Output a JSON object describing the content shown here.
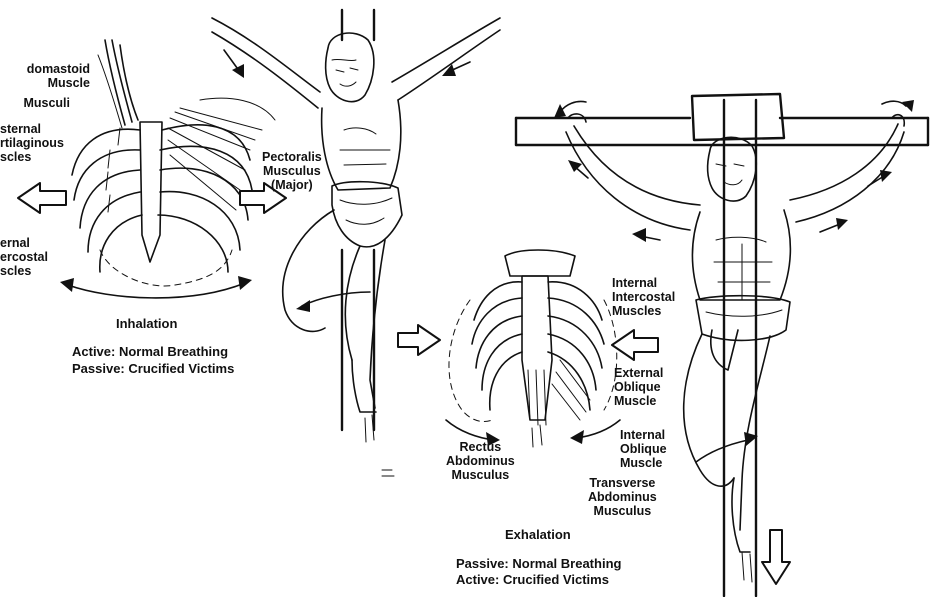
{
  "left_panel": {
    "labels": {
      "sternocleidomastoid": "domastoid\nMuscle",
      "scaleni": "Musculi",
      "parasternal": "sternal\nrtilaginous\nscles",
      "external_intercostal": "ernal\nercostal\nscles",
      "pectoralis": "Pectoralis\nMusculus\n(Major)"
    },
    "caption_title": "Inhalation",
    "caption_line1": "Active: Normal Breathing",
    "caption_line2": "Passive: Crucified Victims"
  },
  "right_panel": {
    "labels": {
      "internal_intercostal": "Internal\nIntercostal\nMuscles",
      "external_oblique": "External\nOblique\nMuscle",
      "internal_oblique": "Internal\nOblique\nMuscle",
      "transverse": "Transverse\nAbdominus\nMusculus",
      "rectus": "Rectus\nAbdominus\nMusculus"
    },
    "caption_title": "Exhalation",
    "caption_line1": "Passive: Normal Breathing",
    "caption_line2": "Active: Crucified Victims"
  },
  "icons": [
    "hollow-arrow-left",
    "hollow-arrow-right",
    "hollow-arrow-down",
    "curved-motion-arrow"
  ],
  "colors": {
    "ink": "#111111",
    "paper": "#ffffff"
  }
}
